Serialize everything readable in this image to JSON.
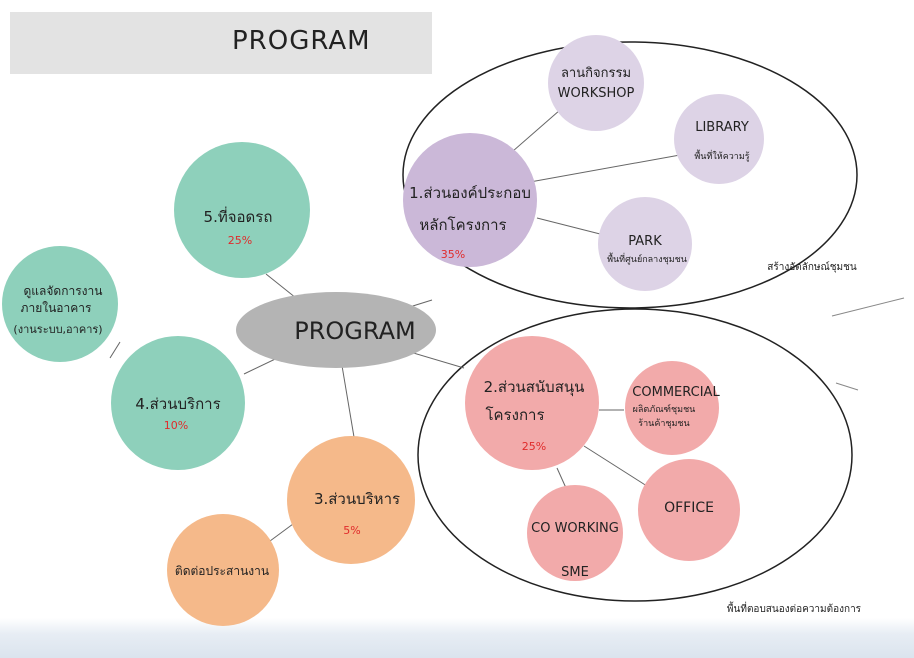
{
  "header": {
    "title": "PROGRAM"
  },
  "center": {
    "label": "PROGRAM"
  },
  "colors": {
    "purple": "#cbb8d8",
    "purple_light": "#ddd3e6",
    "pink": "#f2aaaa",
    "green": "#8ed0bb",
    "orange": "#f5b98a",
    "center": "#b4b4b4",
    "percent": "#e02b2b"
  },
  "nodes": {
    "n1": {
      "line1": "1.ส่วนองค์ประกอบ",
      "line2": "หลักโครงการ",
      "percent": "35%"
    },
    "n1_workshop": {
      "line1": "ลานกิจกรรม",
      "line2": "WORKSHOP"
    },
    "n1_library": {
      "line1": "LIBRARY",
      "line2": "พื้นที่ให้ความรู้"
    },
    "n1_park": {
      "line1": "PARK",
      "line2": "พื้นที่ศูนย์กลางชุมชน"
    },
    "n2": {
      "line1": "2.ส่วนสนับสนุน",
      "line2": "โครงการ",
      "percent": "25%"
    },
    "n2_commercial": {
      "line1": "COMMERCIAL",
      "line2": "ผลิตภัณฑ์ชุมชน",
      "line3": "ร้านค้าชุมชน"
    },
    "n2_office": {
      "line1": "OFFICE"
    },
    "n2_cowork": {
      "line1": "CO WORKING",
      "line2": "SME"
    },
    "n3": {
      "line1": "3.ส่วนบริหาร",
      "percent": "5%"
    },
    "n3_contact": {
      "line1": "ติดต่อประสานงาน"
    },
    "n4": {
      "line1": "4.ส่วนบริการ",
      "percent": "10%"
    },
    "n4_maint": {
      "line1": "ดูแลจัดการงาน",
      "line2": "ภายในอาคาร",
      "line3": "(งานระบบ,อาคาร)"
    },
    "n5": {
      "line1": "5.ที่จอดรถ",
      "percent": "25%"
    }
  },
  "groups": {
    "upper_caption": "สร้างอัตลักษณ์ชุมชน",
    "lower_caption": "พื้นที่ตอบสนองต่อความต้องการ"
  }
}
